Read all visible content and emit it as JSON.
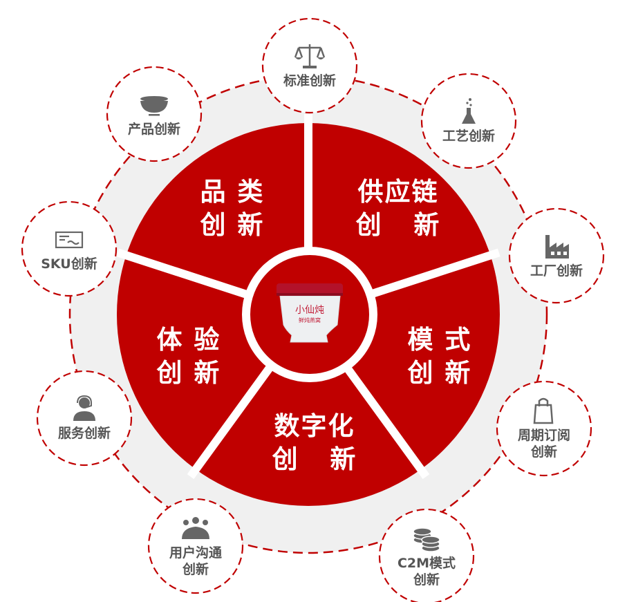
{
  "center": {
    "product_brand": "小仙炖",
    "product_subtitle": "鲜炖燕窝"
  },
  "segments": [
    {
      "id": "category",
      "label": "品 类\n创 新"
    },
    {
      "id": "supply",
      "label": "供应链\n创   新"
    },
    {
      "id": "model",
      "label": "模 式\n创 新"
    },
    {
      "id": "digital",
      "label": "数字化\n创   新"
    },
    {
      "id": "experience",
      "label": "体 验\n创 新"
    }
  ],
  "nodes": [
    {
      "label": "标准创新",
      "icon": "scale-icon"
    },
    {
      "label": "工艺创新",
      "icon": "flask-icon"
    },
    {
      "label": "工厂创新",
      "icon": "factory-icon"
    },
    {
      "label": "周期订阅\n创新",
      "icon": "shopping-bag-icon"
    },
    {
      "label": "C2M模式\n创新",
      "icon": "coins-icon"
    },
    {
      "label": "用户沟通\n创新",
      "icon": "people-icon"
    },
    {
      "label": "服务创新",
      "icon": "headset-user-icon"
    },
    {
      "label": "SKU创新",
      "icon": "card-icon"
    },
    {
      "label": "产品创新",
      "icon": "bowl-icon"
    }
  ],
  "colors": {
    "red": "#c00000",
    "ring": "#f0f0f0",
    "text_gray": "#555555",
    "icon_gray": "#666666"
  }
}
